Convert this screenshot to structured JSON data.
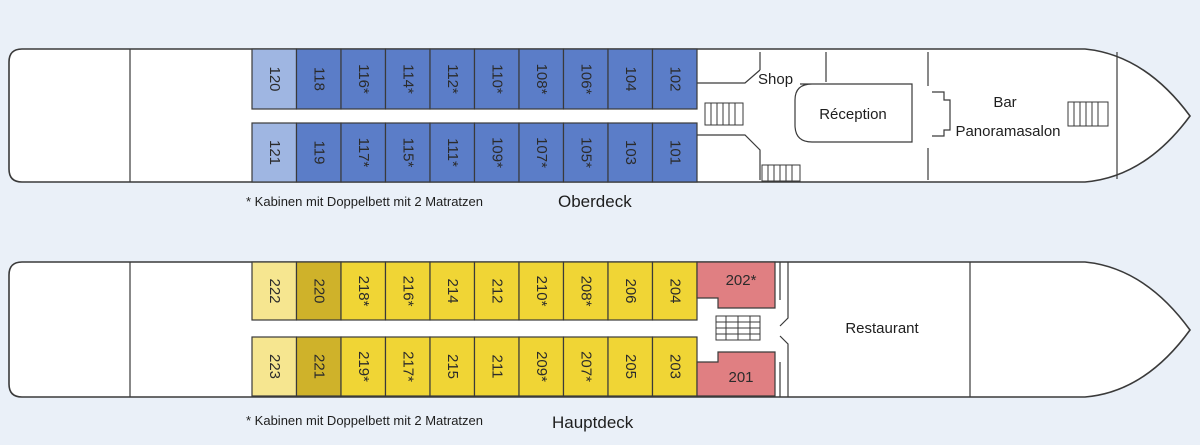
{
  "colors": {
    "upper_cabin": "#5b7dc8",
    "upper_cabin_light": "#9fb6e2",
    "main_cabin": "#f0d535",
    "main_cabin_light": "#f6e690",
    "main_cabin_dark": "#cfb22a",
    "suite": "#e07f82",
    "cabin_stroke": "#3a3a3a"
  },
  "oberdeck": {
    "title": "Oberdeck",
    "note": "* Kabinen mit Doppelbett mit 2 Matratzen",
    "rooms": {
      "shop": "Shop",
      "reception": "Réception",
      "bar_line1": "Bar",
      "bar_line2": "Panoramasalon"
    },
    "top_row": [
      {
        "number": "120",
        "style": "light"
      },
      {
        "number": "118",
        "style": "normal"
      },
      {
        "number": "116*",
        "style": "normal"
      },
      {
        "number": "114*",
        "style": "normal"
      },
      {
        "number": "112*",
        "style": "normal"
      },
      {
        "number": "110*",
        "style": "normal"
      },
      {
        "number": "108*",
        "style": "normal"
      },
      {
        "number": "106*",
        "style": "normal"
      },
      {
        "number": "104",
        "style": "normal"
      },
      {
        "number": "102",
        "style": "normal"
      }
    ],
    "bottom_row": [
      {
        "number": "121",
        "style": "light"
      },
      {
        "number": "119",
        "style": "normal"
      },
      {
        "number": "117*",
        "style": "normal"
      },
      {
        "number": "115*",
        "style": "normal"
      },
      {
        "number": "111*",
        "style": "normal"
      },
      {
        "number": "109*",
        "style": "normal"
      },
      {
        "number": "107*",
        "style": "normal"
      },
      {
        "number": "105*",
        "style": "normal"
      },
      {
        "number": "103",
        "style": "normal"
      },
      {
        "number": "101",
        "style": "normal"
      }
    ]
  },
  "hauptdeck": {
    "title": "Hauptdeck",
    "note": "* Kabinen mit Doppelbett mit 2 Matratzen",
    "rooms": {
      "restaurant": "Restaurant"
    },
    "top_row": [
      {
        "number": "222",
        "style": "light"
      },
      {
        "number": "220",
        "style": "dark"
      },
      {
        "number": "218*",
        "style": "normal"
      },
      {
        "number": "216*",
        "style": "normal"
      },
      {
        "number": "214",
        "style": "normal"
      },
      {
        "number": "212",
        "style": "normal"
      },
      {
        "number": "210*",
        "style": "normal"
      },
      {
        "number": "208*",
        "style": "normal"
      },
      {
        "number": "206",
        "style": "normal"
      },
      {
        "number": "204",
        "style": "normal"
      }
    ],
    "bottom_row": [
      {
        "number": "223",
        "style": "light"
      },
      {
        "number": "221",
        "style": "dark"
      },
      {
        "number": "219*",
        "style": "normal"
      },
      {
        "number": "217*",
        "style": "normal"
      },
      {
        "number": "215",
        "style": "normal"
      },
      {
        "number": "211",
        "style": "normal"
      },
      {
        "number": "209*",
        "style": "normal"
      },
      {
        "number": "207*",
        "style": "normal"
      },
      {
        "number": "205",
        "style": "normal"
      },
      {
        "number": "203",
        "style": "normal"
      }
    ],
    "suites": [
      {
        "number": "202*"
      },
      {
        "number": "201"
      }
    ]
  }
}
